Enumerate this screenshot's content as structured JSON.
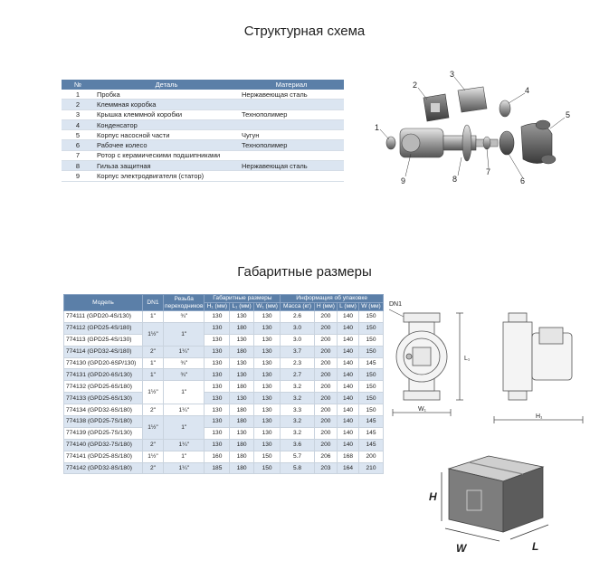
{
  "title1": "Структурная схема",
  "title2": "Габаритные размеры",
  "parts": {
    "headers": [
      "№",
      "Деталь",
      "Материал"
    ],
    "rows": [
      {
        "n": "1",
        "part": "Пробка",
        "material": "Нержавеющая сталь"
      },
      {
        "n": "2",
        "part": "Клеммная коробка",
        "material": ""
      },
      {
        "n": "3",
        "part": "Крышка клеммной коробки",
        "material": "Технополимер"
      },
      {
        "n": "4",
        "part": "Конденсатор",
        "material": ""
      },
      {
        "n": "5",
        "part": "Корпус насосной части",
        "material": "Чугун"
      },
      {
        "n": "6",
        "part": "Рабочее колесо",
        "material": "Технополимер"
      },
      {
        "n": "7",
        "part": "Ротор с керамическими подшипниками",
        "material": ""
      },
      {
        "n": "8",
        "part": "Гильза защитная",
        "material": "Нержавеющая сталь"
      },
      {
        "n": "9",
        "part": "Корпус электродвигателя (статор)",
        "material": ""
      }
    ]
  },
  "exploded_labels": [
    "1",
    "2",
    "3",
    "4",
    "5",
    "6",
    "7",
    "8",
    "9"
  ],
  "dims": {
    "h_model": "Модель",
    "h_dn1": "DN1",
    "h_thread": "Резьба переходников",
    "h_overall": "Габаритные размеры",
    "h_pack": "Информация об упаковке",
    "h_sub": [
      "H₁ (мм)",
      "L₁ (мм)",
      "W₁ (мм)",
      "Масса (кг)",
      "H (мм)",
      "L (мм)",
      "W (мм)"
    ],
    "rows": [
      {
        "model": "774111 (GPD20-4S/130)",
        "dn": "1\"",
        "thr": "¾\"",
        "h1": "130",
        "l1": "130",
        "w1": "130",
        "m": "2.6",
        "h": "200",
        "l": "140",
        "w": "150"
      },
      {
        "model": "774112 (GPD25-4S/180)",
        "dn": "",
        "thr": "",
        "h1": "130",
        "l1": "180",
        "w1": "130",
        "m": "3.0",
        "h": "200",
        "l": "140",
        "w": "150"
      },
      {
        "model": "774113 (GPD25-4S/130)",
        "dn": "",
        "thr": "",
        "h1": "130",
        "l1": "130",
        "w1": "130",
        "m": "3.0",
        "h": "200",
        "l": "140",
        "w": "150"
      },
      {
        "model": "774114 (GPD32-4S/180)",
        "dn": "2\"",
        "thr": "1¼\"",
        "h1": "130",
        "l1": "180",
        "w1": "130",
        "m": "3.7",
        "h": "200",
        "l": "140",
        "w": "150"
      },
      {
        "model": "774130 (GPD20-6SP/130)",
        "dn": "1\"",
        "thr": "¾\"",
        "h1": "130",
        "l1": "130",
        "w1": "130",
        "m": "2.3",
        "h": "200",
        "l": "140",
        "w": "145"
      },
      {
        "model": "774131 (GPD20-6S/130)",
        "dn": "1\"",
        "thr": "¾\"",
        "h1": "130",
        "l1": "130",
        "w1": "130",
        "m": "2.7",
        "h": "200",
        "l": "140",
        "w": "150"
      },
      {
        "model": "774132 (GPD25-6S/180)",
        "dn": "",
        "thr": "",
        "h1": "130",
        "l1": "180",
        "w1": "130",
        "m": "3.2",
        "h": "200",
        "l": "140",
        "w": "150"
      },
      {
        "model": "774133 (GPD25-6S/130)",
        "dn": "",
        "thr": "",
        "h1": "130",
        "l1": "130",
        "w1": "130",
        "m": "3.2",
        "h": "200",
        "l": "140",
        "w": "150"
      },
      {
        "model": "774134 (GPD32-6S/180)",
        "dn": "2\"",
        "thr": "1¼\"",
        "h1": "130",
        "l1": "180",
        "w1": "130",
        "m": "3.3",
        "h": "200",
        "l": "140",
        "w": "150"
      },
      {
        "model": "774138 (GPD25-7S/180)",
        "dn": "",
        "thr": "",
        "h1": "130",
        "l1": "180",
        "w1": "130",
        "m": "3.2",
        "h": "200",
        "l": "140",
        "w": "145"
      },
      {
        "model": "774139 (GPD25-7S/130)",
        "dn": "",
        "thr": "",
        "h1": "130",
        "l1": "130",
        "w1": "130",
        "m": "3.2",
        "h": "200",
        "l": "140",
        "w": "145"
      },
      {
        "model": "774140 (GPD32-7S/180)",
        "dn": "2\"",
        "thr": "1¼\"",
        "h1": "130",
        "l1": "180",
        "w1": "130",
        "m": "3.6",
        "h": "200",
        "l": "140",
        "w": "145"
      },
      {
        "model": "774141 (GPD25-8S/180)",
        "dn": "1½\"",
        "thr": "1\"",
        "h1": "160",
        "l1": "180",
        "w1": "150",
        "m": "5.7",
        "h": "206",
        "l": "168",
        "w": "200"
      },
      {
        "model": "774142 (GPD32-8S/180)",
        "dn": "2\"",
        "thr": "1¼\"",
        "h1": "185",
        "l1": "180",
        "w1": "150",
        "m": "5.8",
        "h": "203",
        "l": "164",
        "w": "210"
      }
    ],
    "merged": [
      {
        "dn": "1½\"",
        "thr": "1\""
      },
      {
        "dn": "1½\"",
        "thr": "1\""
      },
      {
        "dn": "1½\"",
        "thr": "1\""
      }
    ]
  },
  "drawing_labels": {
    "dn1": "DN1",
    "l1": "L₁",
    "w1": "W₁",
    "h1": "H₁"
  },
  "box_labels": {
    "h": "H",
    "w": "W",
    "l": "L"
  }
}
